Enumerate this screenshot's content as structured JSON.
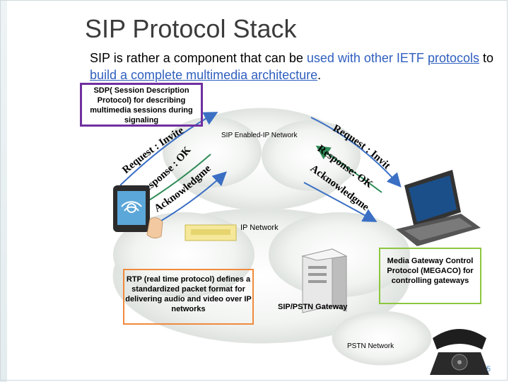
{
  "slide": {
    "title": "SIP Protocol Stack",
    "intro_plain": "SIP is rather a component that can be ",
    "intro_highlight1": "used with other IETF",
    "intro_highlight2": "protocols",
    "intro_to": " to ",
    "intro_highlight3": "build a complete multimedia architecture",
    "intro_end": ".",
    "page_number": "5"
  },
  "boxes": {
    "sdp": "SDP( Session Description Protocol) for describing multimedia sessions during signaling",
    "rtp": "RTP (real time protocol) defines a standardized packet format for delivering audio and video over IP networks",
    "mgcp": "Media Gateway Control Protocol (MEGACO) for controlling gateways"
  },
  "labels": {
    "sip_network": "SIP Enabled-IP Network",
    "ip_network": "IP Network",
    "gateway": "SIP/PSTN Gateway",
    "pstn": "PSTN Network"
  },
  "arc_labels": {
    "left_request": "Request : Invite",
    "left_response": "Response : OK",
    "left_ack": "Acknowledgment",
    "right_request": "Request : Invite",
    "right_response": "Response: OK",
    "right_ack": "Acknowledgment"
  },
  "colors": {
    "sdp_border": "#7030a0",
    "rtp_border": "#f08a3c",
    "mgcp_border": "#8dc63f",
    "arrow_green": "#2e8b57",
    "highlight_text": "#2f5fbf"
  }
}
